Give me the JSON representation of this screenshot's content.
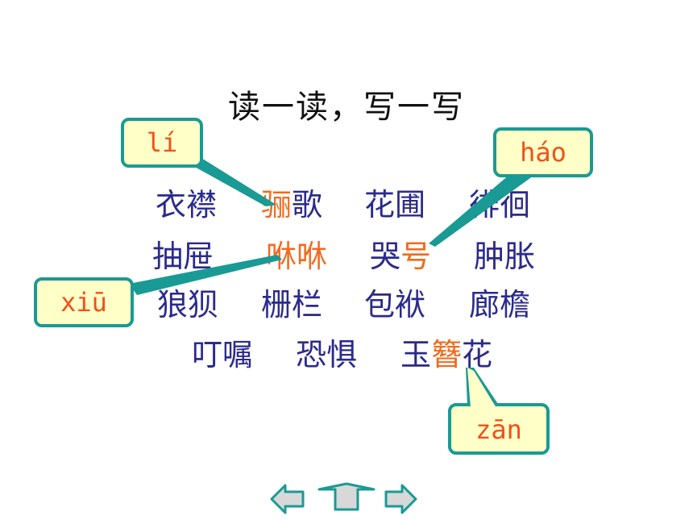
{
  "title": "读一读，写一写",
  "rows": [
    [
      {
        "pre": "衣襟",
        "hl": "",
        "post": ""
      },
      {
        "pre": "",
        "hl": "骊",
        "post": "歌"
      },
      {
        "pre": "花圃",
        "hl": "",
        "post": ""
      },
      {
        "pre": "徘徊",
        "hl": "",
        "post": ""
      }
    ],
    [
      {
        "pre": "抽屉",
        "hl": "",
        "post": ""
      },
      {
        "pre": "",
        "hl": "咻咻",
        "post": ""
      },
      {
        "pre": "哭",
        "hl": "号",
        "post": ""
      },
      {
        "pre": "肿胀",
        "hl": "",
        "post": ""
      }
    ],
    [
      {
        "pre": "狼狈",
        "hl": "",
        "post": ""
      },
      {
        "pre": "栅栏",
        "hl": "",
        "post": ""
      },
      {
        "pre": "包袱",
        "hl": "",
        "post": ""
      },
      {
        "pre": "廊檐",
        "hl": "",
        "post": ""
      }
    ],
    [
      {
        "pre": "叮嘱",
        "hl": "",
        "post": ""
      },
      {
        "pre": "恐惧",
        "hl": "",
        "post": ""
      },
      {
        "pre": "玉",
        "hl": "簪",
        "post": "花"
      }
    ]
  ],
  "callouts": {
    "li": "lí",
    "hao": "háo",
    "xiu": "xiū",
    "zan": "zān"
  },
  "colors": {
    "word_text": "#2b2a8c",
    "highlight": "#f26a1b",
    "bubble_fill": "#ffffc8",
    "bubble_border": "#1a9a94",
    "nav_fill": "#d8d8d8",
    "nav_border": "#1a9a94"
  },
  "nav": {
    "icons": [
      "arrow-left-icon",
      "arrow-up-icon",
      "arrow-right-icon"
    ]
  }
}
